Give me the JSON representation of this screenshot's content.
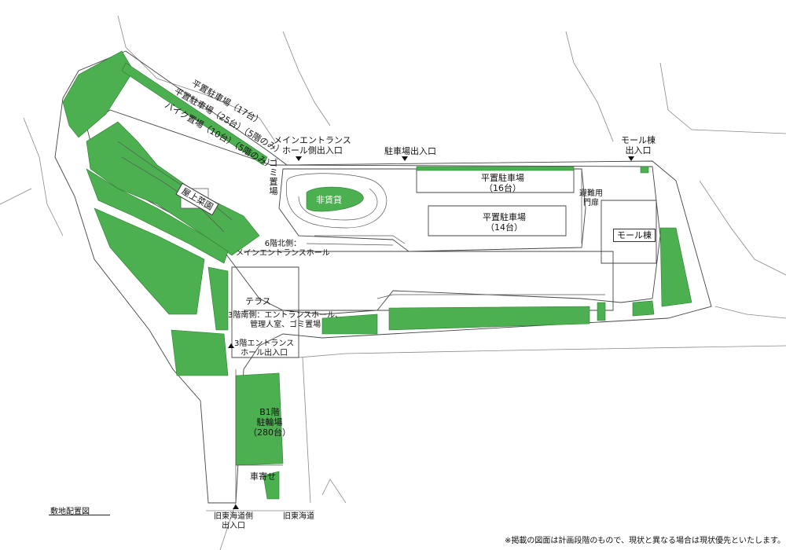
{
  "colors": {
    "green": "#4caf50",
    "line": "#555555",
    "bg": "#ffffff"
  },
  "caption": "敷地配置図",
  "note": "※掲載の図面は計画段階のもので、現状と異なる場合は現状優先といたします。",
  "labels": {
    "parking_17": "平置駐車場（17台）",
    "parking_25": "平置駐車場（25台）（5階のみ）",
    "bike_10": "バイク置場（10台）（5階のみ）",
    "main_entrance_top": "メインエントランス",
    "main_entrance_bottom": "ホール側出入口",
    "parking_gate": "駐車場出入口",
    "mall_top": "モール棟",
    "mall_bottom": "出入口",
    "garbage": "ゴミ置場",
    "non_rental": "非賃貸",
    "rooftop_garden": "屋上菜園",
    "flat_parking_16_title": "平置駐車場",
    "flat_parking_16_count": "（16台）",
    "flat_parking_14_title": "平置駐車場",
    "flat_parking_14_count": "（14台）",
    "evac_top": "避難用",
    "evac_bottom": "門扉",
    "mall_building": "モール棟",
    "north_6f_top": "6階北側：",
    "north_6f_bottom": "メインエントランスホール",
    "terrace": "テラス",
    "south_3f_top": "3階南側：エントランスホール、",
    "south_3f_bottom": "管理人室、ゴミ置場",
    "entrance_3f_top": "3階エントランス",
    "entrance_3f_bottom": "ホール出入口",
    "b1_top": "B1階",
    "b1_mid": "駐輪場",
    "b1_bottom": "（280台）",
    "dropoff": "車寄せ",
    "old_tokaido_side_top": "旧東海道側",
    "old_tokaido_side_bottom": "出入口",
    "old_tokaido": "旧東海道"
  }
}
